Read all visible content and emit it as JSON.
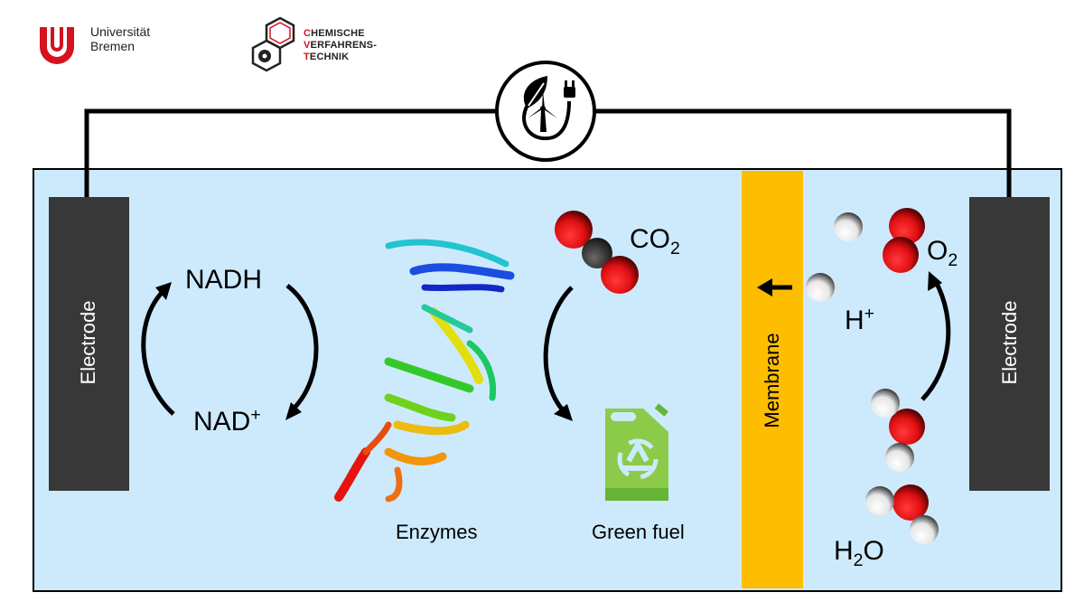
{
  "header": {
    "university": {
      "line1": "Universität",
      "line2": "Bremen"
    },
    "institute": {
      "lines": [
        {
          "initial": "C",
          "rest": "HEMISCHE"
        },
        {
          "initial": "V",
          "rest": "ERFAHRENS-"
        },
        {
          "initial": "T",
          "rest": "ECHNIK"
        }
      ]
    }
  },
  "circuit": {
    "power_source_icon": "renewable-energy-icon"
  },
  "cell": {
    "left_electrode": "Electrode",
    "right_electrode": "Electrode",
    "membrane": "Membrane",
    "cofactor_top": "NADH",
    "cofactor_bottom": {
      "base": "NAD",
      "sup": "+"
    },
    "enzymes_label": "Enzymes",
    "co2": {
      "base": "CO",
      "sub": "2"
    },
    "fuel_label": "Green fuel",
    "o2": {
      "base": "O",
      "sub": "2"
    },
    "proton": {
      "base": "H",
      "sup": "+"
    },
    "water": {
      "pre": "H",
      "sub": "2",
      "post": "O"
    }
  },
  "colors": {
    "uni_red": "#d5121e",
    "tank_fill": "#cdeafd",
    "electrode": "#383838",
    "membrane": "#fdbd00",
    "fuel_can": "#8ccb4a",
    "oxygen": "#e8141a",
    "carbon": "#3a3a3a",
    "hydrogen": "#f2f2f2"
  }
}
